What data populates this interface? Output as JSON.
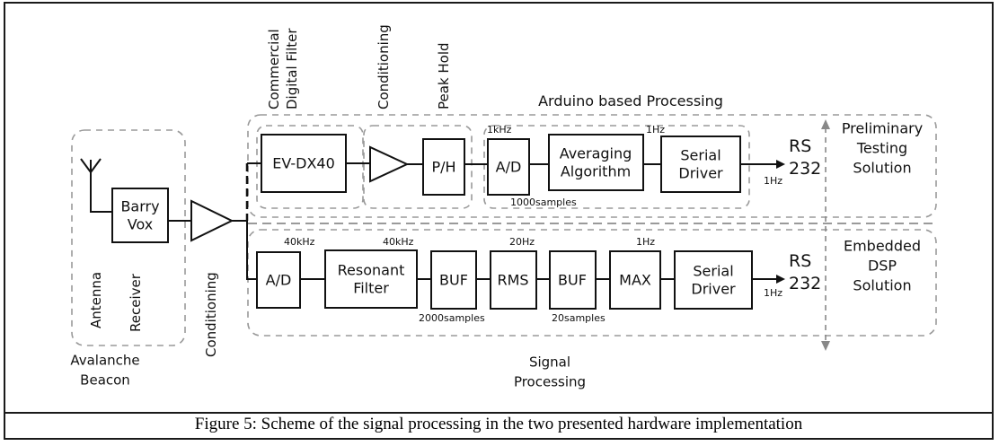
{
  "caption": "Figure 5: Scheme of the signal processing in the two presented hardware implementation",
  "groups": {
    "beacon": "Avalanche\nBeacon",
    "arduino": "Arduino based Processing",
    "signal": "Signal\nProcessing"
  },
  "rotated_labels": {
    "antenna": "Antenna",
    "receiver": "Receiver",
    "conditioning_main": "Conditioning",
    "commercial_filter": "Commercial\nDigital Filter",
    "conditioning_top": "Conditioning",
    "peak_hold": "Peak Hold"
  },
  "blocks": {
    "barry_vox": "Barry\nVox",
    "ev_dx40": "EV-DX40",
    "ph": "P/H",
    "ad_top": "A/D",
    "averaging": "Averaging\nAlgorithm",
    "serial_top": "Serial\nDriver",
    "ad_bottom": "A/D",
    "resonant": "Resonant\nFilter",
    "buf1": "BUF",
    "rms": "RMS",
    "buf2": "BUF",
    "max": "MAX",
    "serial_bottom": "Serial\nDriver"
  },
  "rates": {
    "top_ad_rate": "1kHz",
    "top_avg_rate": "1Hz",
    "top_samples": "1000samples",
    "bot_40k_a": "40kHz",
    "bot_40k_b": "40kHz",
    "bot_20hz": "20Hz",
    "bot_1hz": "1Hz",
    "bot_samples_a": "2000samples",
    "bot_samples_b": "20samples",
    "out_top_hz": "1Hz",
    "out_bot_hz": "1Hz"
  },
  "outputs": {
    "top": "RS\n232",
    "bottom": "RS\n232"
  },
  "solutions": {
    "preliminary": "Preliminary\nTesting\nSolution",
    "embedded": "Embedded\nDSP\nSolution"
  }
}
